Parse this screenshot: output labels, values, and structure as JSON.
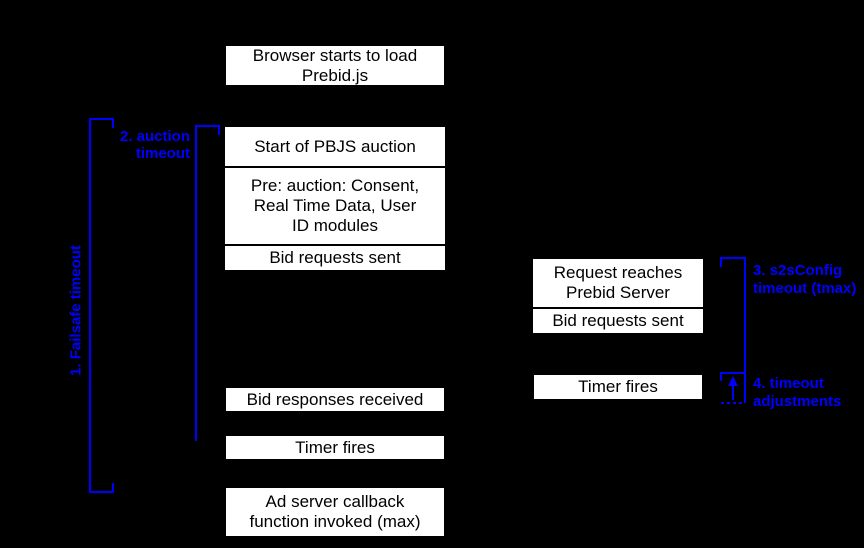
{
  "colors": {
    "background": "#000000",
    "box_fill": "#ffffff",
    "box_border": "#000000",
    "box_text": "#000000",
    "annotation_blue": "#0000ff"
  },
  "client_timeline": {
    "boxes": [
      {
        "id": "browser-load",
        "label": "Browser starts to load\nPrebid.js"
      },
      {
        "id": "auction-start",
        "label": "Start of PBJS auction"
      },
      {
        "id": "pre-auction-modules",
        "label": "Pre: auction: Consent,\nReal Time Data, User\nID modules"
      },
      {
        "id": "bid-requests-sent",
        "label": "Bid requests sent"
      },
      {
        "id": "bid-responses-received",
        "label": "Bid responses received"
      },
      {
        "id": "timer-fires",
        "label": "Timer fires"
      },
      {
        "id": "ad-server-callback",
        "label": "Ad server callback\nfunction invoked (max)"
      }
    ]
  },
  "server_timeline": {
    "boxes": [
      {
        "id": "request-reaches-prebid-server",
        "label": "Request reaches\nPrebid Server"
      },
      {
        "id": "bid-requests-sent",
        "label": "Bid requests sent"
      },
      {
        "id": "timer-fires",
        "label": "Timer fires"
      }
    ]
  },
  "annotations": [
    {
      "id": "failsafe-timeout",
      "label": "1. Failsafe timeout"
    },
    {
      "id": "auction-timeout",
      "label": "2. auction\ntimeout"
    },
    {
      "id": "s2s-config-timeout",
      "label": "3. s2sConfig\ntimeout (tmax)"
    },
    {
      "id": "timeout-adjustments",
      "label": "4. timeout\nadjustments"
    }
  ]
}
